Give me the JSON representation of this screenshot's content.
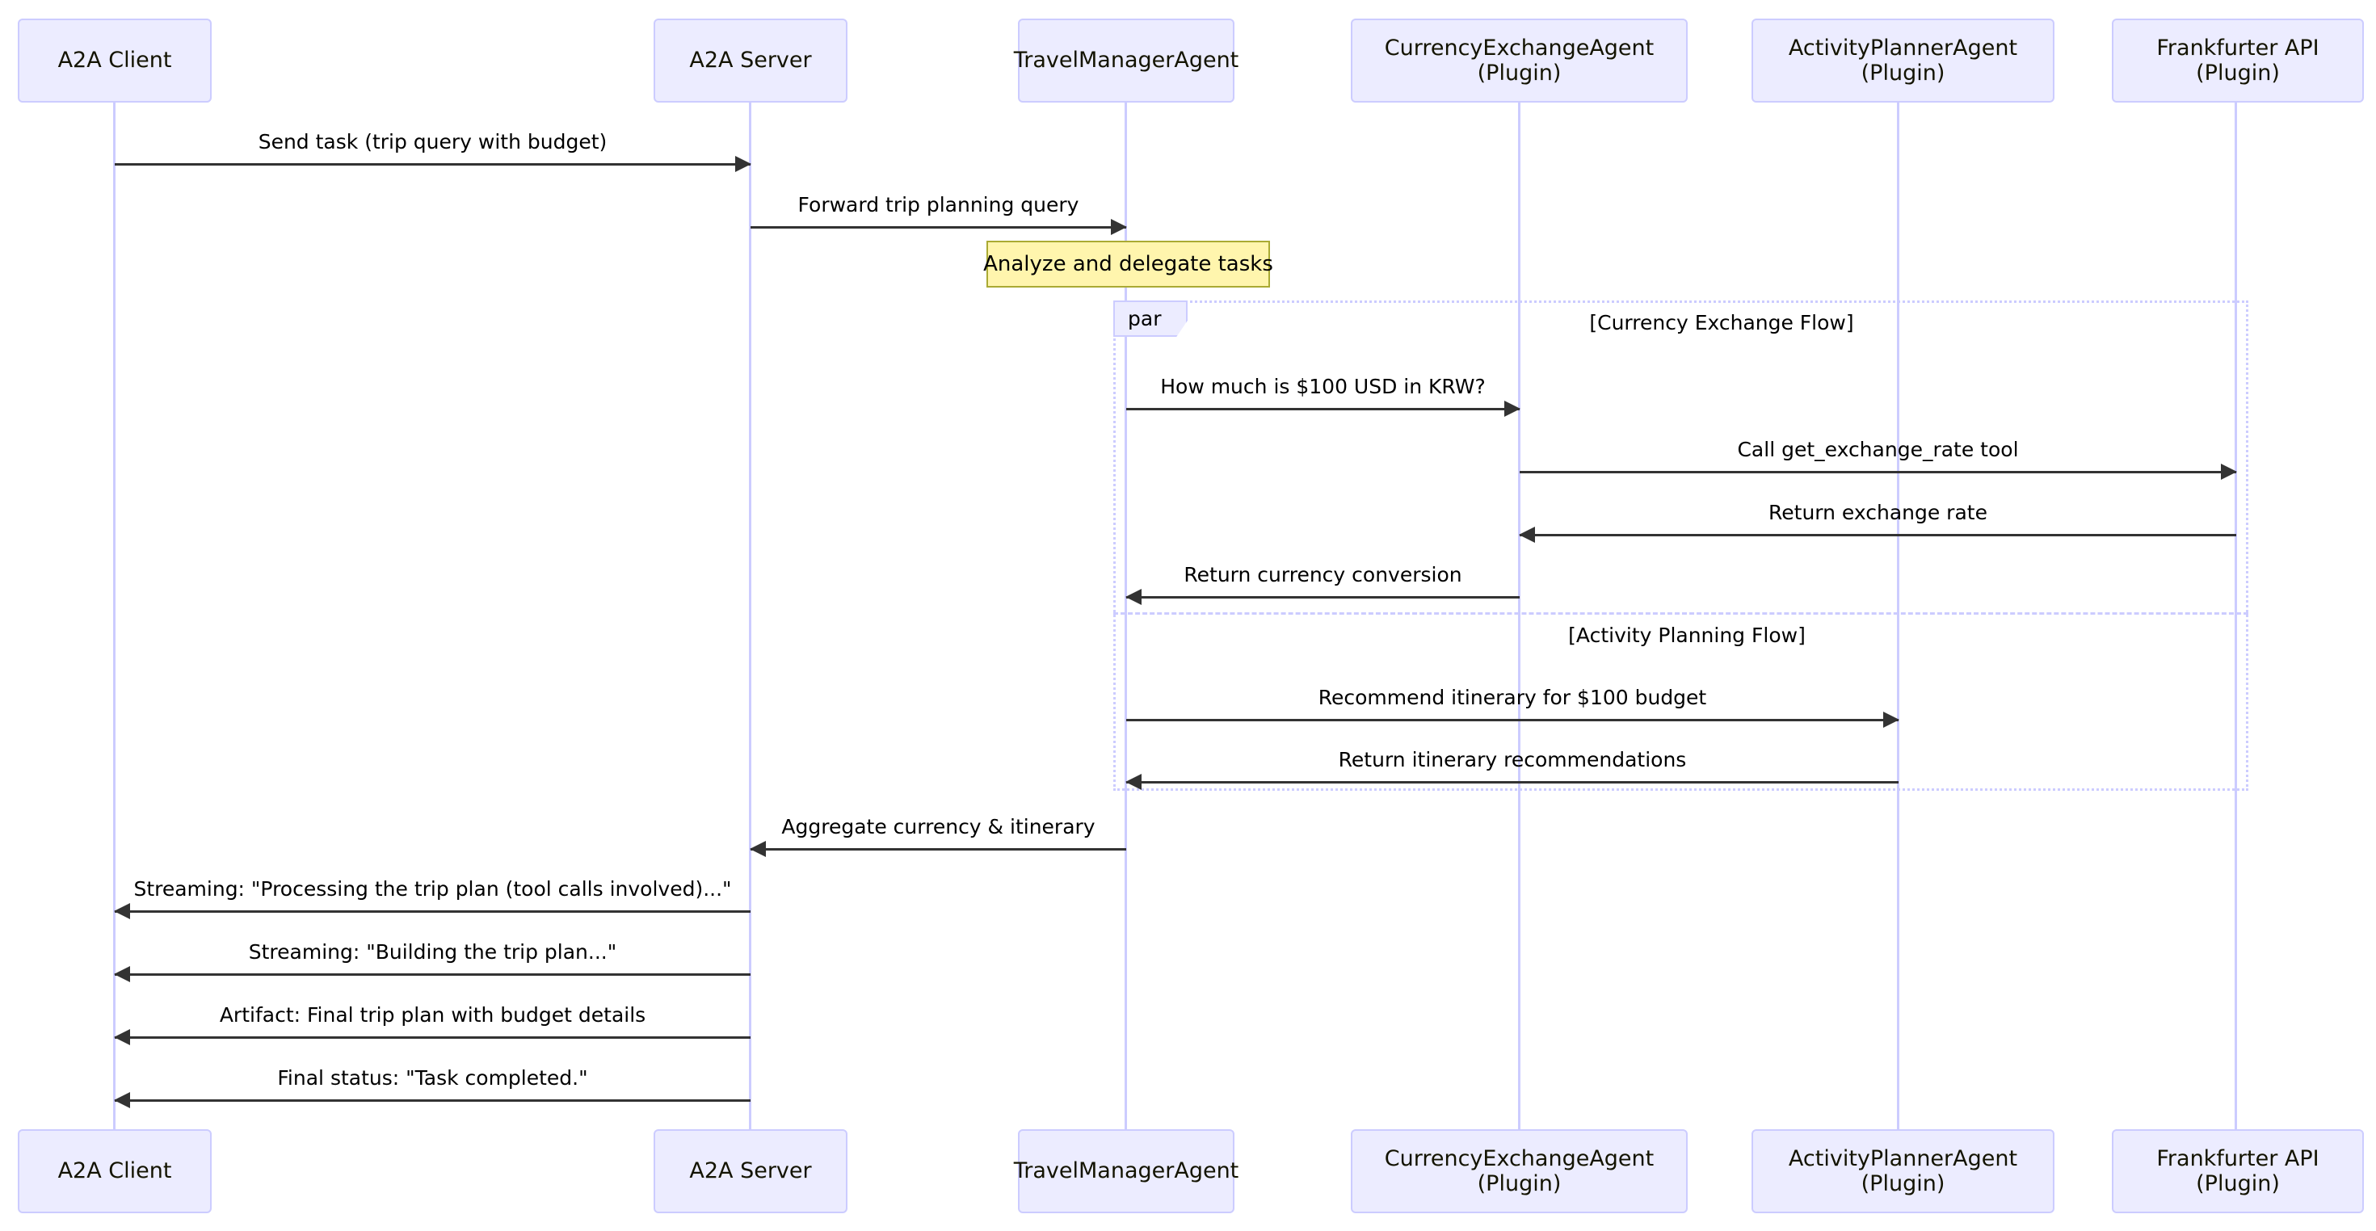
{
  "diagram": {
    "type": "sequence-diagram",
    "title": "",
    "colors": {
      "actor_fill": "#ECECFF",
      "actor_border": "#CCCCFF",
      "lifeline": "#CCCCFF",
      "arrow": "#333333",
      "note_fill": "#FFF5AD",
      "note_border": "#AAAA33",
      "block_border": "#CCCCFF",
      "text": "#000000",
      "background": "#FFFFFF"
    }
  },
  "participants": [
    {
      "id": "client",
      "label": "A2A Client"
    },
    {
      "id": "server",
      "label": "A2A Server"
    },
    {
      "id": "manager",
      "label": "TravelManagerAgent"
    },
    {
      "id": "currency",
      "label": "CurrencyExchangeAgent (Plugin)"
    },
    {
      "id": "activity",
      "label": "ActivityPlannerAgent (Plugin)"
    },
    {
      "id": "frankfurter",
      "label": "Frankfurter API (Plugin)"
    }
  ],
  "notes": [
    {
      "id": "note-analyze",
      "text": "Analyze and delegate tasks",
      "over": "manager"
    }
  ],
  "blocks": [
    {
      "id": "par-block",
      "kind": "par",
      "tag": "par",
      "sections": [
        {
          "title": "[Currency Exchange Flow]"
        },
        {
          "title": "[Activity Planning Flow]"
        }
      ]
    }
  ],
  "messages": [
    {
      "id": "m1",
      "label": "Send task (trip query with budget)",
      "from": "client",
      "to": "server",
      "direction": "right"
    },
    {
      "id": "m2",
      "label": "Forward trip planning query",
      "from": "server",
      "to": "manager",
      "direction": "right"
    },
    {
      "id": "m3",
      "label": "How much is $100 USD in KRW?",
      "from": "manager",
      "to": "currency",
      "direction": "right"
    },
    {
      "id": "m4",
      "label": "Call get_exchange_rate tool",
      "from": "currency",
      "to": "frankfurter",
      "direction": "right"
    },
    {
      "id": "m5",
      "label": "Return exchange rate",
      "from": "frankfurter",
      "to": "currency",
      "direction": "left"
    },
    {
      "id": "m6",
      "label": "Return currency conversion",
      "from": "currency",
      "to": "manager",
      "direction": "left"
    },
    {
      "id": "m7",
      "label": "Recommend itinerary for $100 budget",
      "from": "manager",
      "to": "activity",
      "direction": "right"
    },
    {
      "id": "m8",
      "label": "Return itinerary recommendations",
      "from": "activity",
      "to": "manager",
      "direction": "left"
    },
    {
      "id": "m9",
      "label": "Aggregate currency & itinerary",
      "from": "manager",
      "to": "server",
      "direction": "left"
    },
    {
      "id": "m10",
      "label": "Streaming: \"Processing the trip plan (tool calls involved)...\"",
      "from": "server",
      "to": "client",
      "direction": "left"
    },
    {
      "id": "m11",
      "label": "Streaming: \"Building the trip plan...\"",
      "from": "server",
      "to": "client",
      "direction": "left"
    },
    {
      "id": "m12",
      "label": "Artifact: Final trip plan with budget details",
      "from": "server",
      "to": "client",
      "direction": "left"
    },
    {
      "id": "m13",
      "label": "Final status: \"Task completed.\"",
      "from": "server",
      "to": "client",
      "direction": "left"
    }
  ]
}
